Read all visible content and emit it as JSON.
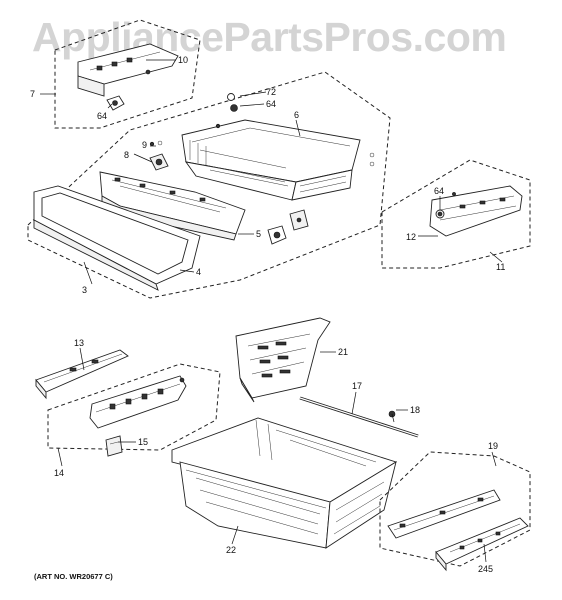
{
  "watermark": "AppliancePartsPros.com",
  "art_number": "(ART NO. WR20677 C)",
  "callouts": {
    "c10": "10",
    "c7": "7",
    "c64a": "64",
    "c72": "72",
    "c64b": "64",
    "c6": "6",
    "c9": "9",
    "c8": "8",
    "c5": "5",
    "c4": "4",
    "c3": "3",
    "c64c": "64",
    "c12": "12",
    "c11": "11",
    "c13": "13",
    "c21": "21",
    "c17": "17",
    "c18": "18",
    "c15": "15",
    "c14": "14",
    "c19": "19",
    "c22": "22",
    "c245": "245"
  }
}
